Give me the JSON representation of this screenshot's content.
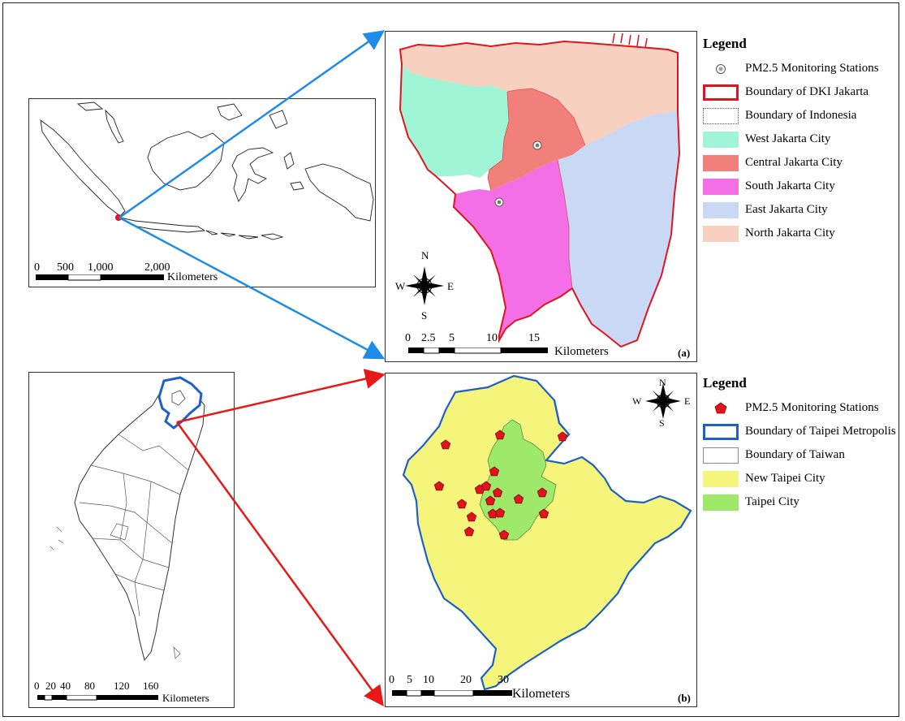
{
  "jakarta": {
    "panel_label": "(a)",
    "legend": {
      "title": "Legend",
      "items": [
        {
          "label": "PM2.5 Monitoring Stations",
          "kind": "station",
          "color": "#9aa0a0"
        },
        {
          "label": "Boundary of DKI Jakarta",
          "kind": "outline",
          "color": "#e0141e"
        },
        {
          "label": "Boundary of Indonesia",
          "kind": "dotted",
          "color": "#555555"
        },
        {
          "label": "West Jakarta City",
          "kind": "fill",
          "color": "#9ff5d5"
        },
        {
          "label": "Central Jakarta City",
          "kind": "fill",
          "color": "#f2807a"
        },
        {
          "label": "South Jakarta City",
          "kind": "fill",
          "color": "#f46ee6"
        },
        {
          "label": "East Jakarta City",
          "kind": "fill",
          "color": "#c8d8f5"
        },
        {
          "label": "North Jakarta City",
          "kind": "fill",
          "color": "#f8d0c0"
        }
      ]
    },
    "scale": {
      "ticks": [
        "0",
        "2.5",
        "5",
        "10",
        "15"
      ],
      "unit": "Kilometers"
    },
    "compass": {
      "n": "N",
      "s": "S",
      "e": "E",
      "w": "W"
    }
  },
  "indonesia": {
    "scale": {
      "ticks": [
        "0",
        "500",
        "1,000",
        "2,000"
      ],
      "unit": "Kilometers"
    }
  },
  "taipei": {
    "panel_label": "(b)",
    "legend": {
      "title": "Legend",
      "items": [
        {
          "label": "PM2.5 Monitoring Stations",
          "kind": "station",
          "color": "#e0141e"
        },
        {
          "label": "Boundary of Taipei Metropolis",
          "kind": "outline",
          "color": "#1f5fc8"
        },
        {
          "label": "Boundary of Taiwan",
          "kind": "plain",
          "color": "#888888"
        },
        {
          "label": "New Taipei City",
          "kind": "fill",
          "color": "#f4f57a"
        },
        {
          "label": "Taipei City",
          "kind": "fill",
          "color": "#9ee86a"
        }
      ]
    },
    "scale": {
      "ticks": [
        "0",
        "5",
        "10",
        "20",
        "30"
      ],
      "unit": "Kilometers"
    },
    "compass": {
      "n": "N",
      "s": "S",
      "e": "E",
      "w": "W"
    },
    "stations": [
      [
        548,
        547
      ],
      [
        615,
        535
      ],
      [
        692,
        537
      ],
      [
        540,
        598
      ],
      [
        608,
        580
      ],
      [
        568,
        620
      ],
      [
        590,
        602
      ],
      [
        598,
        598
      ],
      [
        612,
        606
      ],
      [
        667,
        606
      ],
      [
        638,
        614
      ],
      [
        603,
        616
      ],
      [
        580,
        636
      ],
      [
        606,
        632
      ],
      [
        615,
        631
      ],
      [
        577,
        654
      ],
      [
        620,
        658
      ],
      [
        669,
        632
      ]
    ]
  },
  "taiwan": {
    "scale": {
      "ticks": [
        "0",
        "20",
        "40",
        "80",
        "120",
        "160"
      ],
      "unit": "Kilometers"
    }
  },
  "arrow_colors": {
    "jakarta": "#1e8ce6",
    "taipei": "#e81818"
  }
}
